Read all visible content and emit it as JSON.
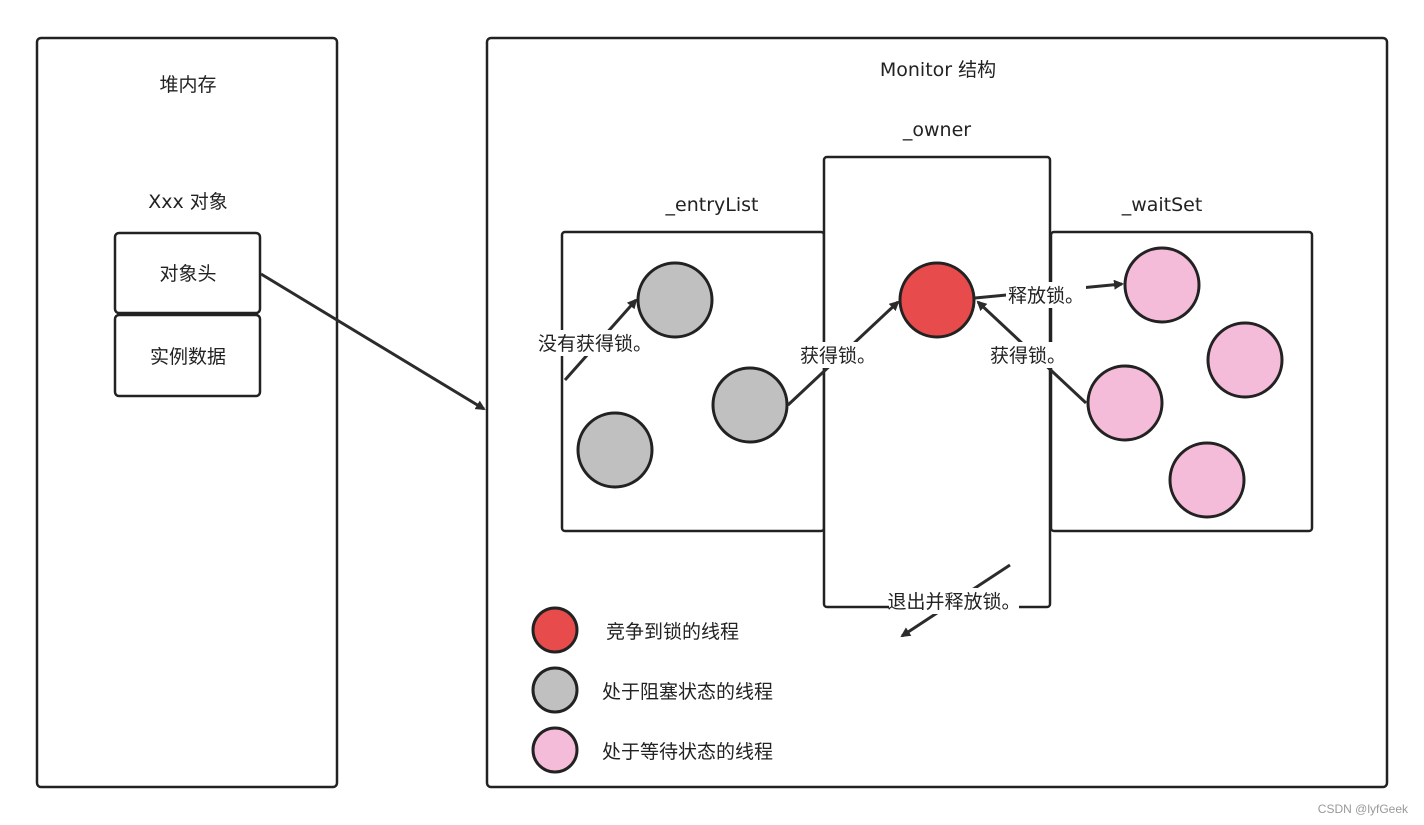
{
  "colors": {
    "stroke": "#222222",
    "owner_thread": "#e84b4b",
    "blocked_thread": "#c0c0c0",
    "waiting_thread": "#f5bcd9"
  },
  "heap": {
    "title": "堆内存",
    "object_title": "Xxx 对象",
    "object_header": "对象头",
    "instance_data": "实例数据"
  },
  "monitor": {
    "title": "Monitor 结构",
    "owner_label": "_owner",
    "entry_list_label": "_entryList",
    "wait_set_label": "_waitSet"
  },
  "arrows": {
    "no_lock": "没有获得锁。",
    "acquire_from_entry": "获得锁。",
    "release": "释放锁。",
    "acquire_from_wait": "获得锁。",
    "exit_release": "退出并释放锁。"
  },
  "legend": [
    {
      "label": "竞争到锁的线程",
      "color": "#e84b4b"
    },
    {
      "label": "处于阻塞状态的线程",
      "color": "#c0c0c0"
    },
    {
      "label": "处于等待状态的线程",
      "color": "#f5bcd9"
    }
  ],
  "watermark": "CSDN @lyfGeek"
}
